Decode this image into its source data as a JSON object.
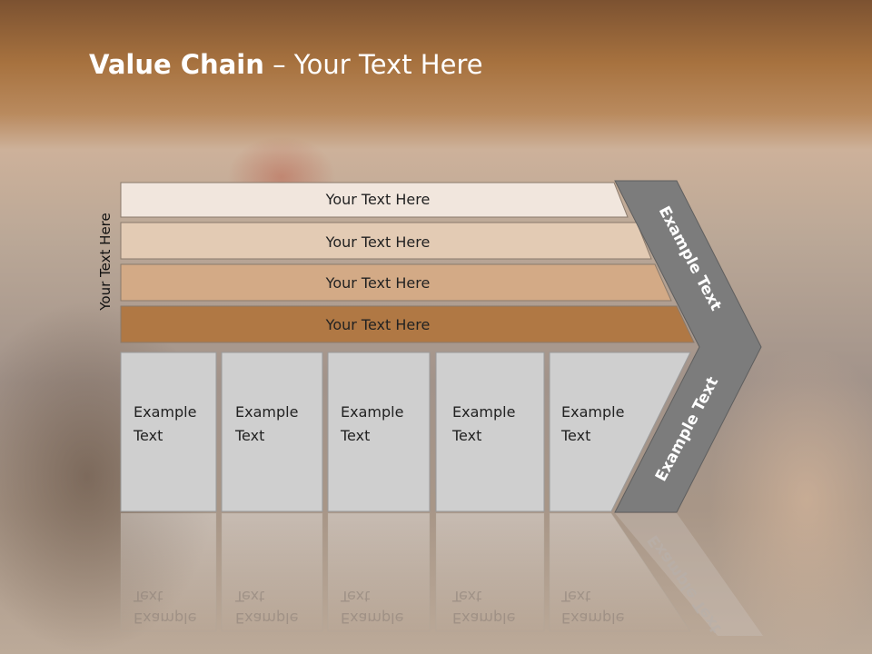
{
  "title": {
    "bold": "Value Chain",
    "rest": " – Your Text Here"
  },
  "side_label": "Your Text Here",
  "bars": [
    {
      "label": "Your Text Here",
      "color": "#f1e6dd"
    },
    {
      "label": "Your Text Here",
      "color": "#e3cbb4"
    },
    {
      "label": "Your Text Here",
      "color": "#d3aa86"
    },
    {
      "label": "Your Text Here",
      "color": "#b07844"
    }
  ],
  "cells": [
    {
      "line1": "Example",
      "line2": "Text"
    },
    {
      "line1": "Example",
      "line2": "Text"
    },
    {
      "line1": "Example",
      "line2": "Text"
    },
    {
      "line1": "Example",
      "line2": "Text"
    },
    {
      "line1": "Example",
      "line2": "Text"
    }
  ],
  "chevron": {
    "top_label": "Example Text",
    "bottom_label": "Example Text",
    "color": "#7c7c7c"
  },
  "colors": {
    "cell_fill": "#cfcfcf",
    "cell_stroke": "#9a9a9a",
    "bar_stroke": "#8a7a6c"
  }
}
